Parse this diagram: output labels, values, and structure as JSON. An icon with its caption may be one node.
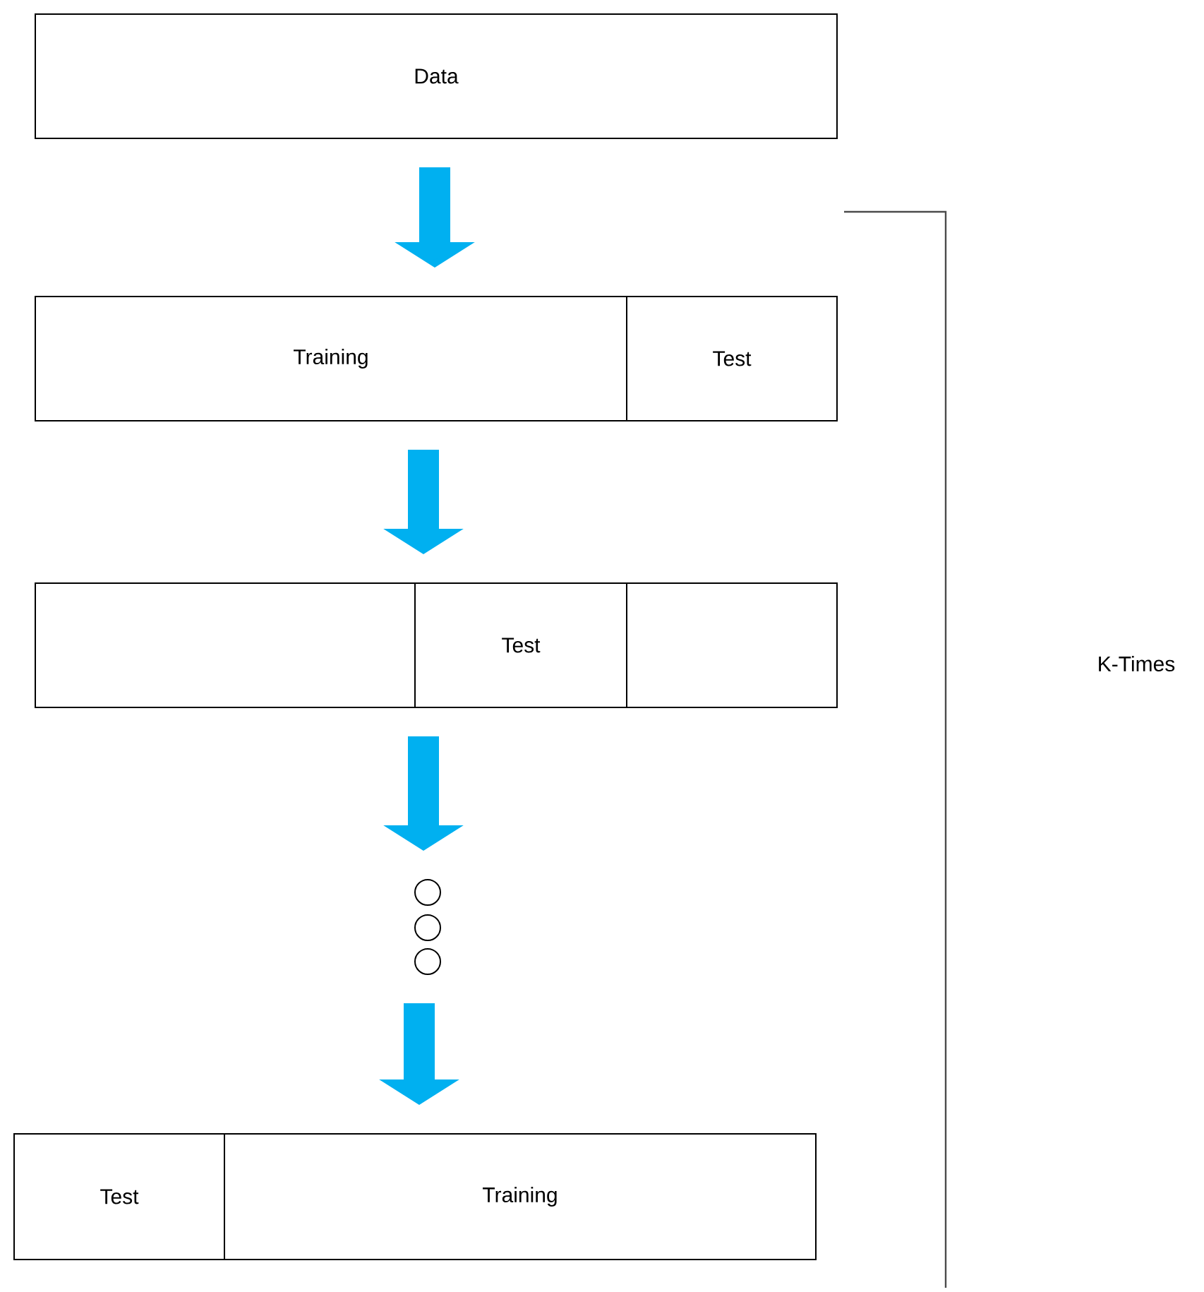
{
  "diagram": {
    "nodes": [
      {
        "text": [
          "Data"
        ]
      },
      {
        "text": [],
        "shape": "box"
      },
      {
        "text": [
          "Training"
        ],
        "in": 1
      },
      {
        "text": [
          "Test"
        ],
        "in": 1
      },
      {
        "text": [],
        "shape": "box"
      },
      {
        "text": [],
        "shape": "box",
        "in": 4
      },
      {
        "text": [
          "Test"
        ],
        "in": 4
      },
      {
        "text": [],
        "shape": "box",
        "in": 4
      },
      {
        "text": [],
        "shape": "circle"
      },
      {
        "text": [],
        "shape": "circle"
      },
      {
        "text": [],
        "shape": "circle"
      },
      {
        "text": [],
        "shape": "box"
      },
      {
        "text": [
          "Test"
        ],
        "in": 11
      },
      {
        "text": [
          "Training"
        ],
        "in": 11
      }
    ],
    "edges": [
      {
        "from": 0,
        "to": 1,
        "arrow": "to"
      },
      {
        "from": 1,
        "to": 4,
        "arrow": "to"
      },
      {
        "from": 4,
        "to": 8,
        "arrow": "to"
      },
      {
        "from": 10,
        "to": 11,
        "arrow": "to"
      }
    ],
    "labels": [
      "K-Times"
    ]
  }
}
